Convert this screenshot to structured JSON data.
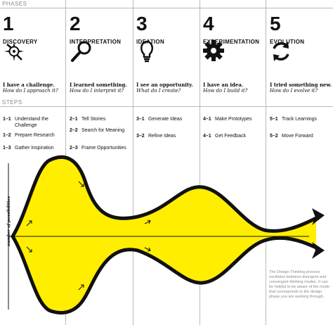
{
  "header": {
    "phases_label": "PHASES",
    "steps_label": "STEPS"
  },
  "phases": [
    {
      "number": "1",
      "name": "DISCOVERY",
      "icon": "compass-icon",
      "statement": "I have a challenge.",
      "question": "How do I approach it?"
    },
    {
      "number": "2",
      "name": "INTERPRETATION",
      "icon": "magnifier-icon",
      "statement": "I learned something.",
      "question": "How do I interpret it?"
    },
    {
      "number": "3",
      "name": "IDEATION",
      "icon": "lightbulb-icon",
      "statement": "I see an opportunity.",
      "question": "What do I create?"
    },
    {
      "number": "4",
      "name": "EXPERIMENTATION",
      "icon": "gear-icon",
      "statement": "I have an idea.",
      "question": "How do I build it?"
    },
    {
      "number": "5",
      "name": "EVOLUTION",
      "icon": "refresh-icon",
      "statement": "I tried something new.",
      "question": "How do I evolve it?"
    }
  ],
  "steps": [
    [
      {
        "num": "1–1",
        "text": "Understand the Challenge"
      },
      {
        "num": "1–2",
        "text": "Prepare Research"
      },
      {
        "num": "1–3",
        "text": "Gather Inspiration"
      }
    ],
    [
      {
        "num": "2–1",
        "text": "Tell Stories"
      },
      {
        "num": "2–2",
        "text": "Search for Meaning"
      },
      {
        "num": "2–3",
        "text": "Frame Opportunities"
      }
    ],
    [
      {
        "num": "3–1",
        "text": "Generate Ideas"
      },
      {
        "num": "3–2",
        "text": "Refine Ideas"
      }
    ],
    [
      {
        "num": "4–1",
        "text": "Make Prototypes"
      },
      {
        "num": "4–1",
        "text": "Get Feedback"
      }
    ],
    [
      {
        "num": "5–1",
        "text": "Track Learnings"
      },
      {
        "num": "5–2",
        "text": "Move Forward"
      }
    ]
  ],
  "diagram": {
    "yaxis_label": "number of possibilities",
    "fill_color": "#ffee00",
    "note": "The Design Thinking process oscillates between divergent and convergent thinking modes. It can be helpful to be aware of the mode that corresponds to the design phase you are working through."
  }
}
